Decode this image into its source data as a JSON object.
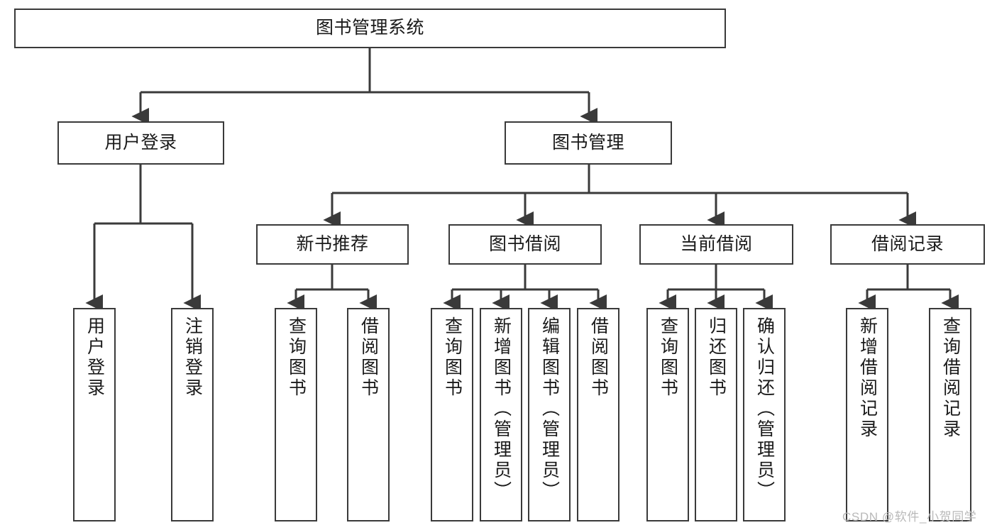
{
  "diagram": {
    "title": "图书管理系统",
    "type": "tree-hierarchy",
    "orientation": "top-down",
    "line_color": "#3a3a3a",
    "box_fill": "#ffffff",
    "text_color": "#1a1a1a",
    "watermark": "CSDN @软件_小贺同学",
    "watermark_color": "#b9b9b9"
  },
  "nodes": {
    "root": {
      "label": "图书管理系统"
    },
    "level2": [
      {
        "id": "user-login",
        "label": "用户登录"
      },
      {
        "id": "book-manage",
        "label": "图书管理"
      }
    ],
    "level3": [
      {
        "id": "new-book-recommend",
        "label": "新书推荐"
      },
      {
        "id": "book-borrow",
        "label": "图书借阅"
      },
      {
        "id": "current-borrow",
        "label": "当前借阅"
      },
      {
        "id": "borrow-record",
        "label": "借阅记录"
      }
    ],
    "leaves": {
      "user_login": [
        {
          "id": "leaf-user-login",
          "label": "用户登录"
        },
        {
          "id": "leaf-logout-login",
          "label": "注销登录"
        }
      ],
      "new_book_recommend": [
        {
          "id": "leaf-query-book-1",
          "label": "查询图书"
        },
        {
          "id": "leaf-borrow-book-1",
          "label": "借阅图书"
        }
      ],
      "book_borrow": [
        {
          "id": "leaf-query-book-2",
          "label": "查询图书"
        },
        {
          "id": "leaf-add-book",
          "label": "新增图书（管理员）"
        },
        {
          "id": "leaf-edit-book",
          "label": "编辑图书（管理员）"
        },
        {
          "id": "leaf-borrow-book-2",
          "label": "借阅图书"
        }
      ],
      "current_borrow": [
        {
          "id": "leaf-query-book-3",
          "label": "查询图书"
        },
        {
          "id": "leaf-return-book",
          "label": "归还图书"
        },
        {
          "id": "leaf-confirm-return",
          "label": "确认归还（管理员）"
        }
      ],
      "borrow_record": [
        {
          "id": "leaf-add-record",
          "label": "新增借阅记录"
        },
        {
          "id": "leaf-query-record",
          "label": "查询借阅记录"
        }
      ]
    }
  }
}
